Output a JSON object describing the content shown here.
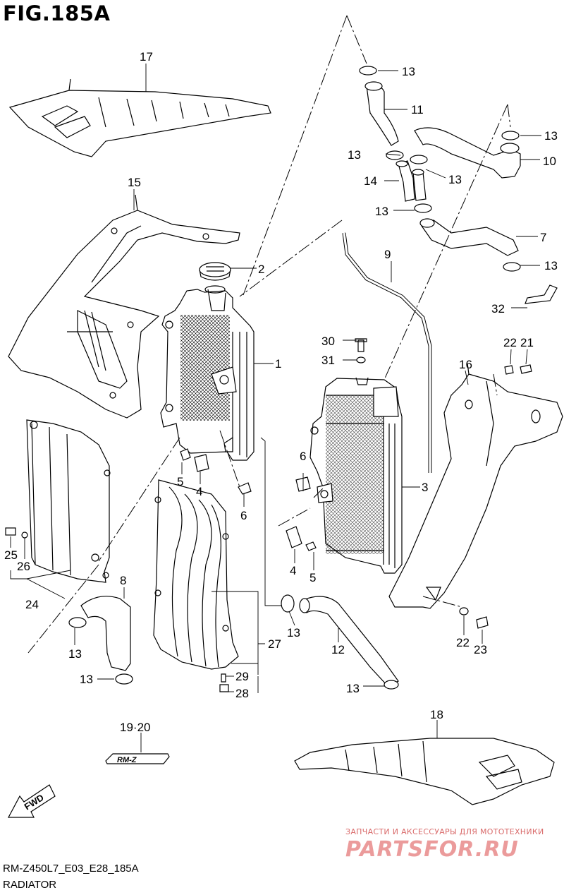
{
  "figure": {
    "title": "FIG.185A",
    "code": "RM-Z450L7_E03_E28_185A",
    "name": "RADIATOR"
  },
  "labels": {
    "p1": "1",
    "p2": "2",
    "p3": "3",
    "p4a": "4",
    "p4b": "4",
    "p5a": "5",
    "p5b": "5",
    "p6a": "6",
    "p6b": "6",
    "p7": "7",
    "p8": "8",
    "p9": "9",
    "p10": "10",
    "p11": "11",
    "p12": "12",
    "p13": "13",
    "p14": "14",
    "p15": "15",
    "p16": "16",
    "p17": "17",
    "p18": "18",
    "p19_20": "19·20",
    "p21": "21",
    "p22a": "22",
    "p22b": "22",
    "p23": "23",
    "p24": "24",
    "p25": "25",
    "p26": "26",
    "p27": "27",
    "p28": "28",
    "p29": "29",
    "p30": "30",
    "p31": "31",
    "p32": "32"
  },
  "emblem_text": "RM-Z",
  "fwd_text": "FWD",
  "watermark": {
    "tagline": "ЗАПЧАСТИ И АКСЕССУАРЫ ДЛЯ МОТОТЕХНИКИ",
    "logo": "PARTSFOR.RU"
  }
}
